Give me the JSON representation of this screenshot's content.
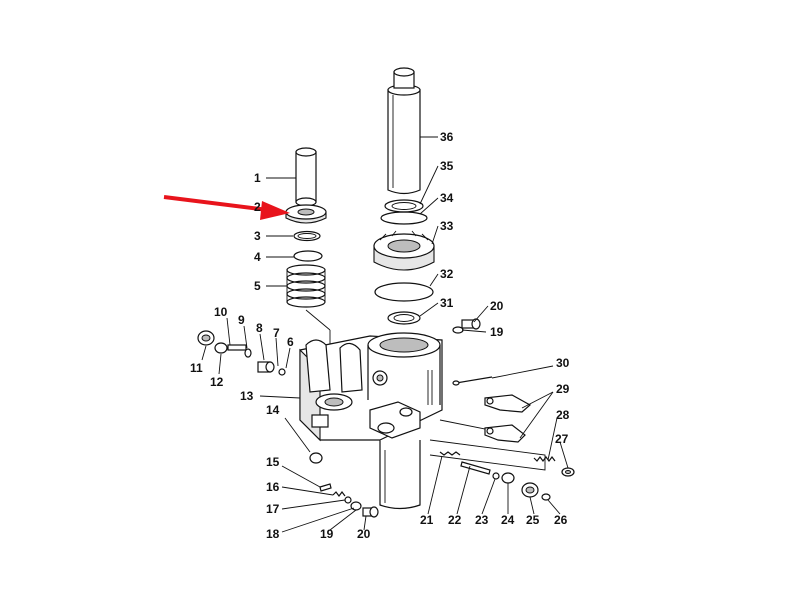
{
  "diagram": {
    "labels": [
      {
        "id": "1",
        "text": "1"
      },
      {
        "id": "2",
        "text": "2"
      },
      {
        "id": "3",
        "text": "3"
      },
      {
        "id": "4",
        "text": "4"
      },
      {
        "id": "5",
        "text": "5"
      },
      {
        "id": "6",
        "text": "6"
      },
      {
        "id": "7",
        "text": "7"
      },
      {
        "id": "8",
        "text": "8"
      },
      {
        "id": "9",
        "text": "9"
      },
      {
        "id": "10",
        "text": "10"
      },
      {
        "id": "11",
        "text": "11"
      },
      {
        "id": "12",
        "text": "12"
      },
      {
        "id": "13",
        "text": "13"
      },
      {
        "id": "14",
        "text": "14"
      },
      {
        "id": "15",
        "text": "15"
      },
      {
        "id": "16",
        "text": "16"
      },
      {
        "id": "17",
        "text": "17"
      },
      {
        "id": "18",
        "text": "18"
      },
      {
        "id": "19a",
        "text": "19"
      },
      {
        "id": "20a",
        "text": "20"
      },
      {
        "id": "19b",
        "text": "19"
      },
      {
        "id": "20b",
        "text": "20"
      },
      {
        "id": "21",
        "text": "21"
      },
      {
        "id": "22",
        "text": "22"
      },
      {
        "id": "23",
        "text": "23"
      },
      {
        "id": "24",
        "text": "24"
      },
      {
        "id": "25",
        "text": "25"
      },
      {
        "id": "26",
        "text": "26"
      },
      {
        "id": "27",
        "text": "27"
      },
      {
        "id": "28",
        "text": "28"
      },
      {
        "id": "29",
        "text": "29"
      },
      {
        "id": "30",
        "text": "30"
      },
      {
        "id": "31",
        "text": "31"
      },
      {
        "id": "32",
        "text": "32"
      },
      {
        "id": "33",
        "text": "33"
      },
      {
        "id": "34",
        "text": "34"
      },
      {
        "id": "35",
        "text": "35"
      },
      {
        "id": "36",
        "text": "36"
      }
    ],
    "arrow_color": "#e8141c"
  }
}
